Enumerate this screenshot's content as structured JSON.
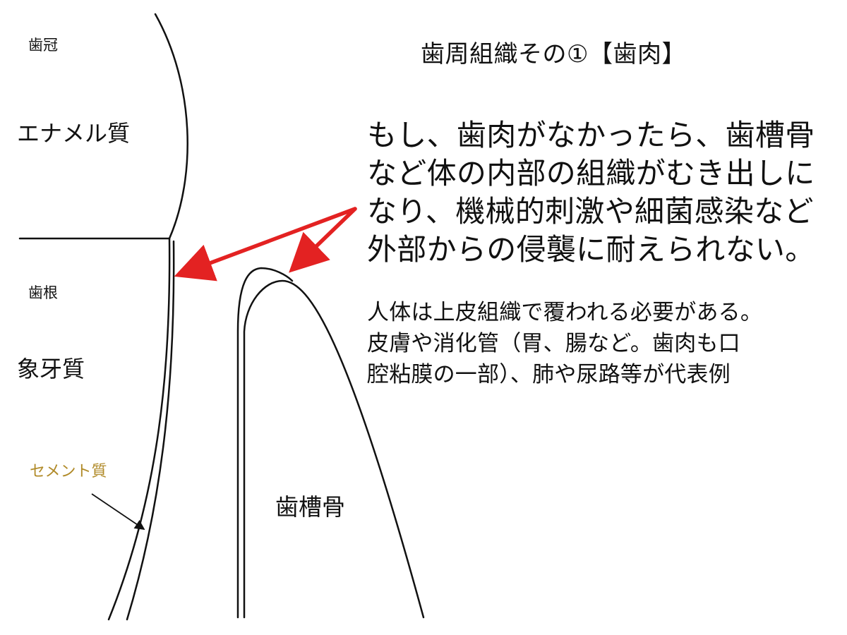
{
  "title": "歯周組織その①【歯肉】",
  "labels": {
    "crown": "歯冠",
    "enamel": "エナメル質",
    "root": "歯根",
    "dentin": "象牙質",
    "cementum": "セメント質",
    "alveolar_bone": "歯槽骨"
  },
  "text_block_1": [
    "もし、歯肉がなかったら、歯槽骨",
    "など体の内部の組織がむき出しに",
    "なり、機械的刺激や細菌感染など",
    "外部からの侵襲に耐えられない。"
  ],
  "text_block_2": [
    "人体は上皮組織で覆われる必要がある。",
    "皮膚や消化管（胃、腸など。歯肉も口",
    "腔粘膜の一部）、肺や尿路等が代表例"
  ],
  "colors": {
    "arrow": "#e32222",
    "cementum_label": "#b08a28",
    "line": "#111111"
  }
}
